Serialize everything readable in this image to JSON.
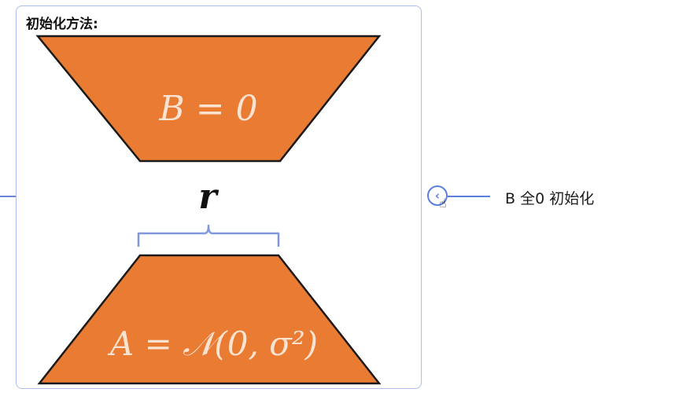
{
  "node": {
    "title": "初始化方法:"
  },
  "diagram": {
    "top_shape_label": "B = 0",
    "rank_label": "r",
    "bottom_shape_label": "A = 𝒩(0, σ²)",
    "fill_color": "#e97b33",
    "outline_color": "#1a1a1a",
    "brace_color": "#7f98e0"
  },
  "toggle": {
    "icon": "chevron-left-icon",
    "glyph": "‹"
  },
  "child": {
    "label": "B 全0 初始化"
  },
  "colors": {
    "accent": "#5b7ee0",
    "card_border": "#aebdf0"
  }
}
